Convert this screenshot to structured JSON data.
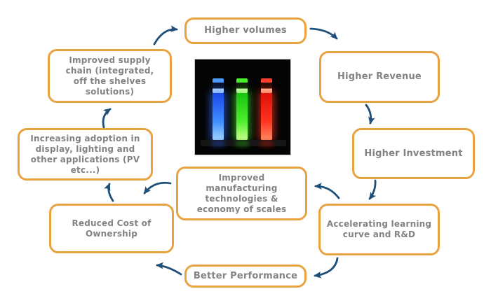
{
  "diagram": {
    "type": "circular-flow",
    "colors": {
      "node_border": "#E9A240",
      "node_text": "#838383",
      "arrow": "#1F4E79",
      "background": "#FFFFFF"
    },
    "nodes": [
      {
        "id": "higher-volumes",
        "label": "Higher volumes"
      },
      {
        "id": "higher-revenue",
        "label": "Higher Revenue"
      },
      {
        "id": "higher-investment",
        "label": "Higher Investment"
      },
      {
        "id": "accelerating-learning",
        "label": "Accelerating learning curve and R&D"
      },
      {
        "id": "better-performance",
        "label": "Better Performance"
      },
      {
        "id": "reduced-cost",
        "label": "Reduced Cost of Ownership"
      },
      {
        "id": "improved-manufacturing",
        "label": "Improved manufacturing technologies & economy of scales"
      },
      {
        "id": "increasing-adoption",
        "label": "Increasing adoption in display, lighting and other applications (PV etc...)"
      },
      {
        "id": "improved-supply-chain",
        "label": "Improved supply chain (integrated, off the shelves solutions)"
      }
    ],
    "edges": [
      {
        "from": "improved-supply-chain",
        "to": "higher-volumes"
      },
      {
        "from": "higher-volumes",
        "to": "higher-revenue"
      },
      {
        "from": "higher-revenue",
        "to": "higher-investment"
      },
      {
        "from": "higher-investment",
        "to": "accelerating-learning"
      },
      {
        "from": "accelerating-learning",
        "to": "improved-manufacturing"
      },
      {
        "from": "accelerating-learning",
        "to": "better-performance"
      },
      {
        "from": "better-performance",
        "to": "reduced-cost"
      },
      {
        "from": "improved-manufacturing",
        "to": "reduced-cost"
      },
      {
        "from": "reduced-cost",
        "to": "increasing-adoption"
      },
      {
        "from": "increasing-adoption",
        "to": "improved-supply-chain"
      }
    ],
    "center_image": {
      "subject": "three fluorescent quantum-dot cuvettes glowing on black background",
      "cuvette_colors": [
        "#3F8CFF",
        "#4DEE2A",
        "#FF3320"
      ],
      "background": "#040404"
    }
  }
}
